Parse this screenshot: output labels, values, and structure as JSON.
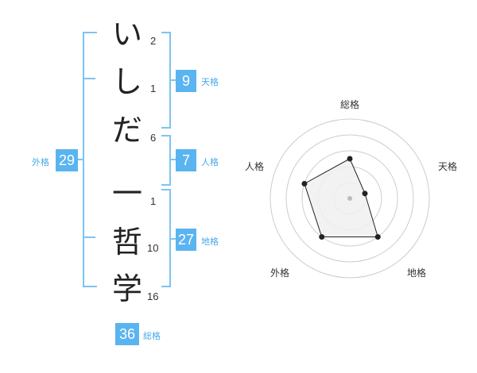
{
  "name_chars": [
    {
      "char": "い",
      "strokes": "2"
    },
    {
      "char": "し",
      "strokes": "1"
    },
    {
      "char": "だ",
      "strokes": "6"
    },
    {
      "char": "一",
      "strokes": "1"
    },
    {
      "char": "哲",
      "strokes": "10"
    },
    {
      "char": "学",
      "strokes": "16"
    }
  ],
  "scores": {
    "tenkaku": {
      "value": "9",
      "label": "天格"
    },
    "jinkaku": {
      "value": "7",
      "label": "人格"
    },
    "chikaku": {
      "value": "27",
      "label": "地格"
    },
    "gaikaku": {
      "value": "29",
      "label": "外格"
    },
    "soukaku": {
      "value": "36",
      "label": "総格"
    }
  },
  "radar": {
    "axes": [
      "総格",
      "天格",
      "地格",
      "外格",
      "人格"
    ],
    "values": [
      2.5,
      1,
      3,
      3,
      3
    ],
    "max": 5,
    "colors": {
      "fill": "#f0f0f0",
      "stroke": "#222222",
      "ring": "#cccccc",
      "center": "#bbbbbb"
    }
  }
}
